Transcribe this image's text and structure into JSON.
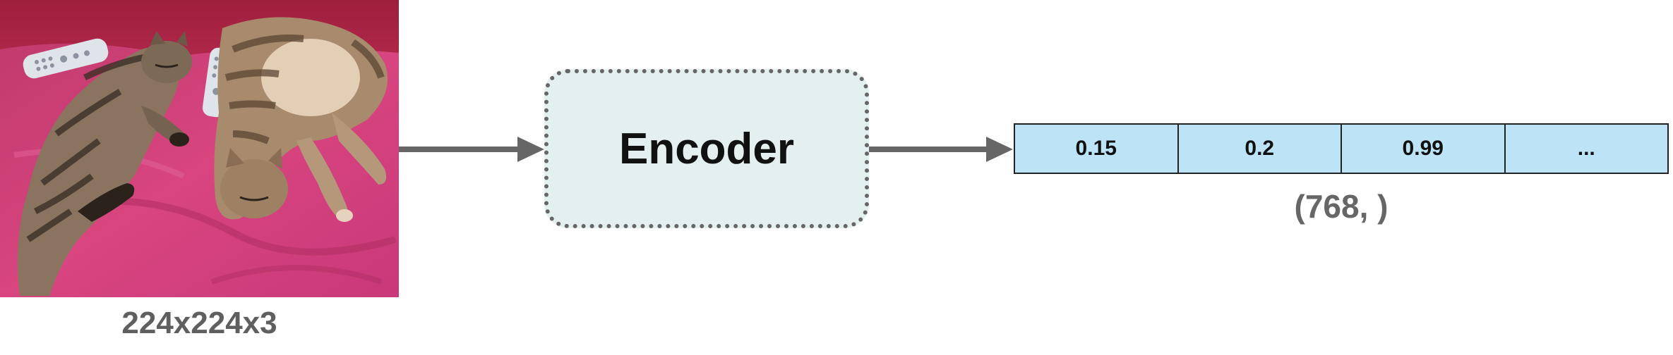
{
  "image": {
    "caption": "224x224x3"
  },
  "encoder": {
    "label": "Encoder"
  },
  "embedding": {
    "cells": [
      "0.15",
      "0.2",
      "0.99",
      "..."
    ],
    "caption": "(768, )"
  },
  "colors": {
    "encoder_fill": "#e4f0ef",
    "encoder_border": "#666666",
    "vector_fill": "#bde3f6",
    "arrow": "#666666",
    "caption": "#666666",
    "blanket": "#d2407a"
  }
}
